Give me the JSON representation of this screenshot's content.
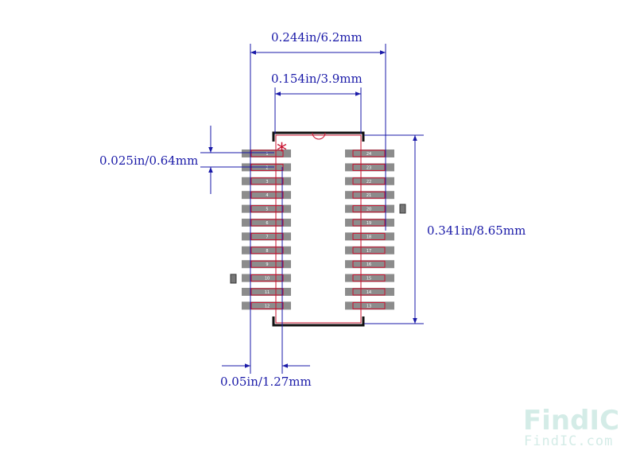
{
  "dimensions": {
    "overall_width": "0.244in/6.2mm",
    "body_width": "0.154in/3.9mm",
    "pad_width": "0.025in/0.64mm",
    "height": "0.341in/8.65mm",
    "pitch": "0.05in/1.27mm"
  },
  "pins": {
    "left": [
      "1",
      "2",
      "3",
      "4",
      "5",
      "6",
      "7",
      "8",
      "9",
      "10",
      "11",
      "12"
    ],
    "right": [
      "24",
      "23",
      "22",
      "21",
      "20",
      "19",
      "18",
      "17",
      "16",
      "15",
      "14",
      "13"
    ]
  },
  "pin1_marker": "*",
  "watermark": {
    "brand": "FindIC",
    "url": "FindIC.com"
  },
  "colors": {
    "dimension": "#1a1aa8",
    "pad": "#8c8c8c",
    "outline": "#c8102e",
    "body": "#111111"
  }
}
